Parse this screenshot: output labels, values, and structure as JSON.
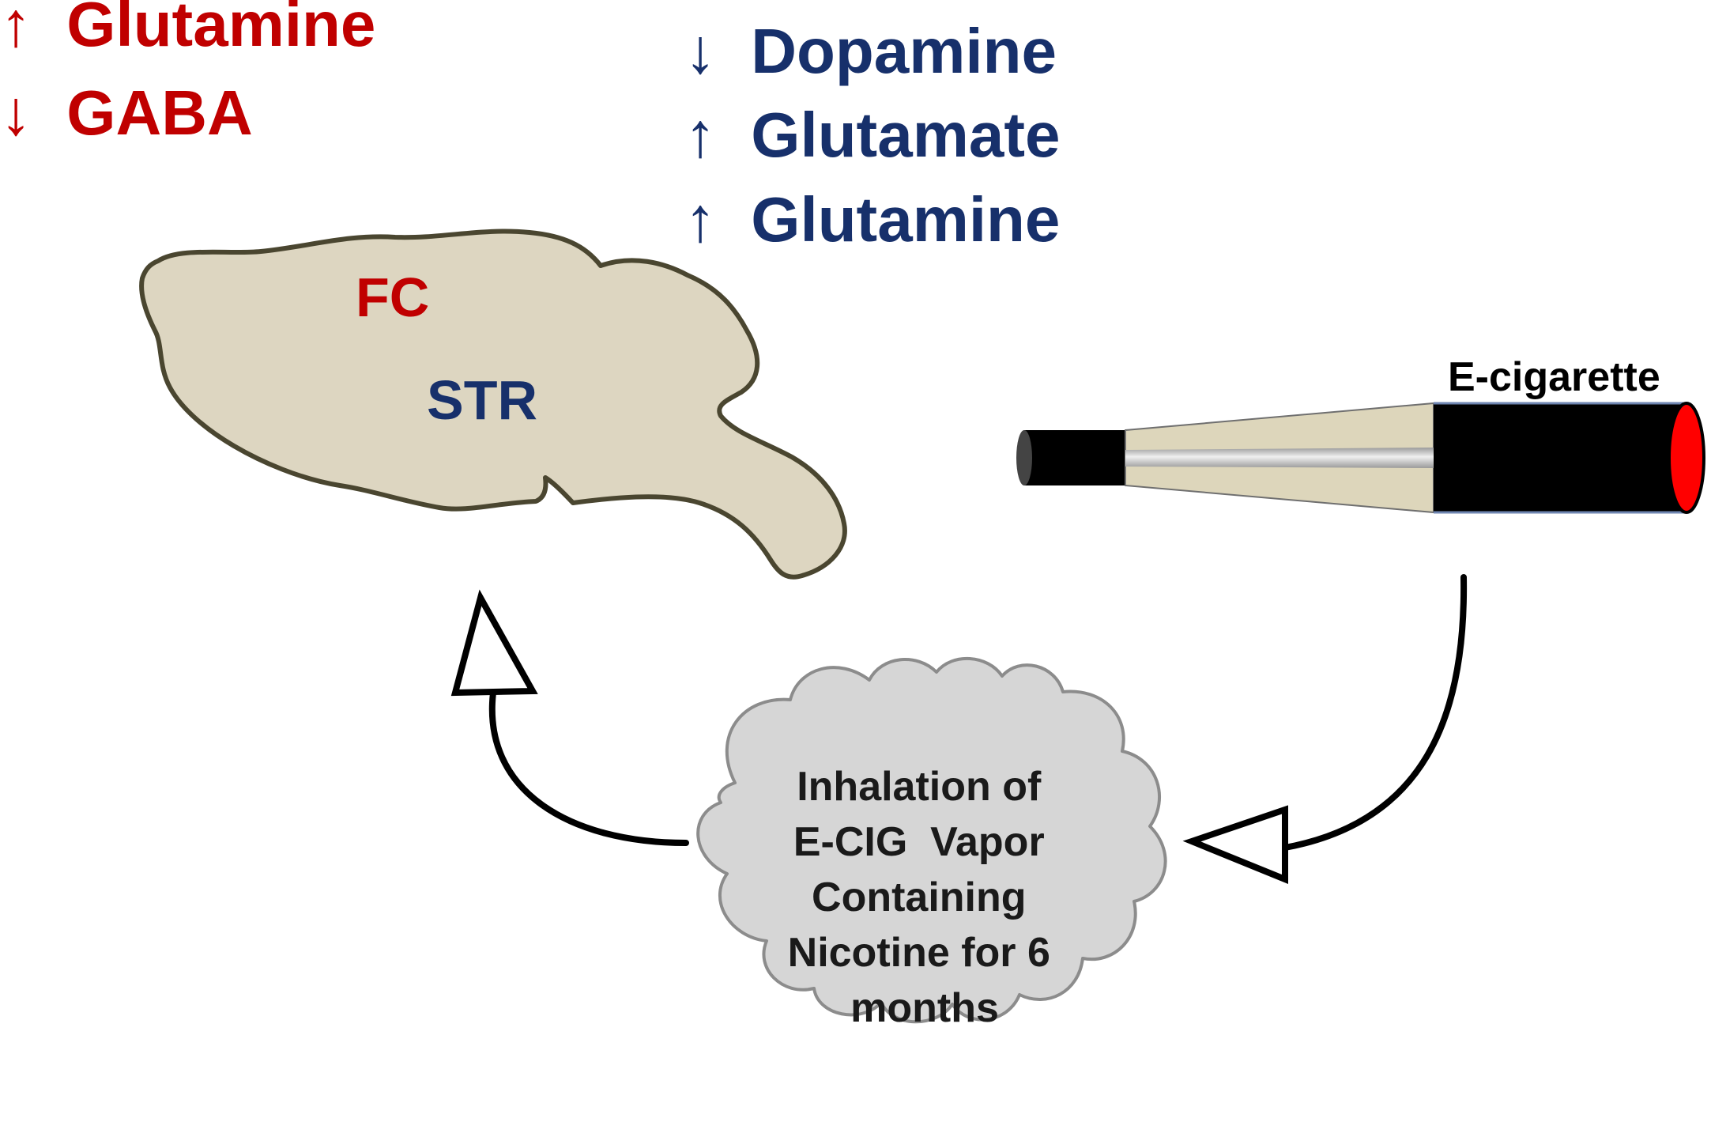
{
  "colors": {
    "fc_red": "#c00000",
    "str_navy": "#17306b",
    "brain_fill": "#ddd6c1",
    "brain_stroke": "#4a4630",
    "cloud_fill": "#d6d6d6",
    "cloud_stroke": "#8c8c8c",
    "tip_red": "#ff0000"
  },
  "fc_changes": [
    {
      "arrow": "↑",
      "direction": "up",
      "label": "Glutamine"
    },
    {
      "arrow": "↓",
      "direction": "down",
      "label": "GABA"
    }
  ],
  "str_changes": [
    {
      "arrow": "↓",
      "direction": "down",
      "label": "Dopamine"
    },
    {
      "arrow": "↑",
      "direction": "up",
      "label": "Glutamate"
    },
    {
      "arrow": "↑",
      "direction": "up",
      "label": "Glutamine"
    }
  ],
  "brain": {
    "region_fc": "FC",
    "region_str": "STR"
  },
  "ecig": {
    "label": "E-cigarette"
  },
  "cloud": {
    "lines": [
      "Inhalation of",
      "E-CIG  Vapor",
      "Containing",
      "Nicotine for 6",
      "months"
    ]
  }
}
